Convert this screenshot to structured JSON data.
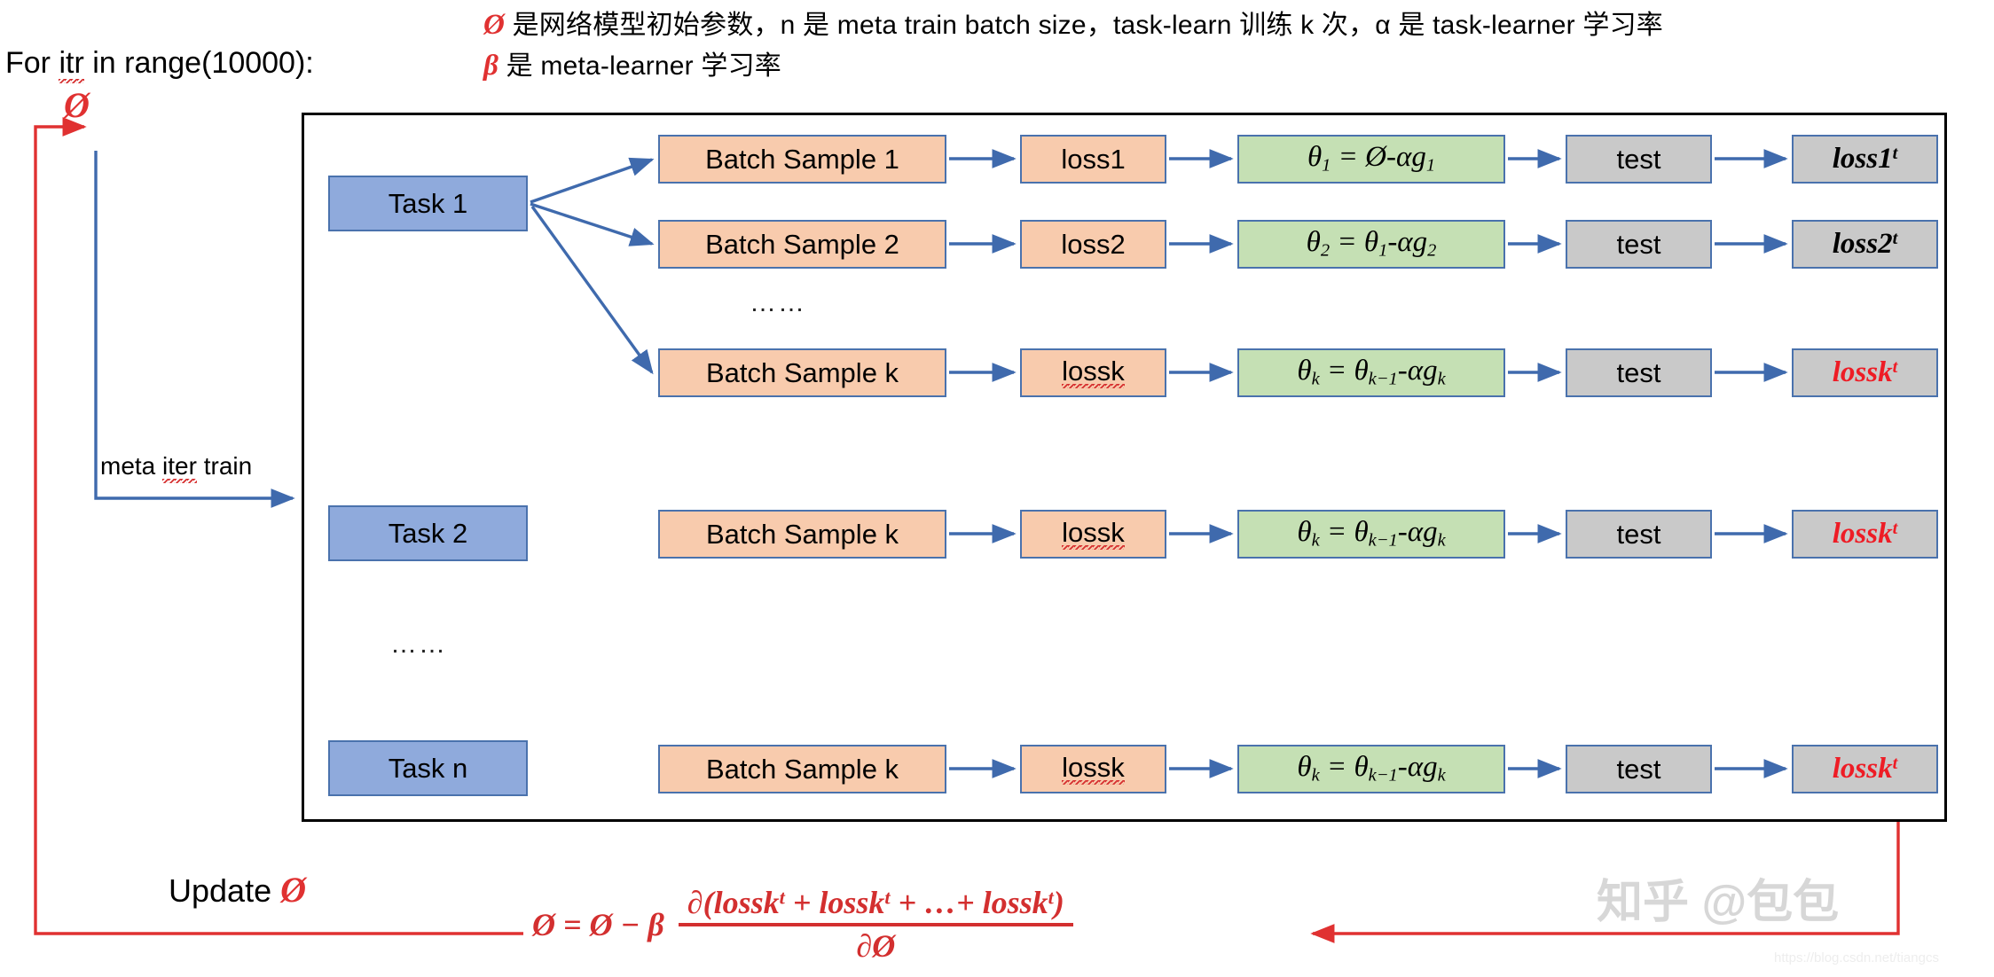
{
  "header": {
    "loop_text": "For itr in range(10000):",
    "loop_misspelled": "itr",
    "notes": [
      {
        "symbol": "Ø",
        "text": "是网络模型初始参数，n 是 meta train batch size，task-learn 训练 k 次，α 是 task-learner 学习率"
      },
      {
        "symbol": "β",
        "text": "是 meta-learner 学习率"
      }
    ]
  },
  "phi_start_label": "Ø",
  "meta_iter_label": "meta iter train",
  "meta_iter_misspelled": "iter",
  "rows": [
    {
      "task": "Task 1",
      "steps": [
        {
          "batch": "Batch Sample 1",
          "loss": "loss1",
          "theta_lhs": "θ",
          "theta_sub": "1",
          "theta_eq": "=",
          "theta_base": "Ø",
          "theta_base_sub": "",
          "theta_minus": "-α",
          "theta_g": "g",
          "theta_g_sub": "1",
          "test": "test",
          "testloss": "loss1",
          "testloss_sup": "t",
          "testloss_red": false
        },
        {
          "batch": "Batch Sample 2",
          "loss": "loss2",
          "theta_lhs": "θ",
          "theta_sub": "2",
          "theta_eq": "=",
          "theta_base": "θ",
          "theta_base_sub": "1",
          "theta_minus": "-α",
          "theta_g": "g",
          "theta_g_sub": "2",
          "test": "test",
          "testloss": "loss2",
          "testloss_sup": "t",
          "testloss_red": false
        },
        {
          "batch": "Batch Sample k",
          "loss": "lossk",
          "theta_lhs": "θ",
          "theta_sub": "k",
          "theta_eq": "=",
          "theta_base": "θ",
          "theta_base_sub": "k−1",
          "theta_minus": "-α",
          "theta_g": "g",
          "theta_g_sub": "k",
          "test": "test",
          "testloss": "lossk",
          "testloss_sup": "t",
          "testloss_red": true
        }
      ],
      "inner_ellipsis": "……"
    },
    {
      "task": "Task 2",
      "steps": [
        {
          "batch": "Batch Sample k",
          "loss": "lossk",
          "theta_lhs": "θ",
          "theta_sub": "k",
          "theta_eq": "=",
          "theta_base": "θ",
          "theta_base_sub": "k−1",
          "theta_minus": "-α",
          "theta_g": "g",
          "theta_g_sub": "k",
          "test": "test",
          "testloss": "lossk",
          "testloss_sup": "t",
          "testloss_red": true
        }
      ],
      "inner_ellipsis": ""
    },
    {
      "task": "Task n",
      "steps": [
        {
          "batch": "Batch Sample k",
          "loss": "lossk",
          "theta_lhs": "θ",
          "theta_sub": "k",
          "theta_eq": "=",
          "theta_base": "θ",
          "theta_base_sub": "k−1",
          "theta_minus": "-α",
          "theta_g": "g",
          "theta_g_sub": "k",
          "test": "test",
          "testloss": "lossk",
          "testloss_sup": "t",
          "testloss_red": true
        }
      ],
      "inner_ellipsis": ""
    }
  ],
  "tasks_ellipsis": "……",
  "update": {
    "label": "Update Ø",
    "formula": {
      "lhs": "Ø",
      "eq": "=",
      "phi": "Ø",
      "minus": "−",
      "beta": "β",
      "numerator_open": "∂(",
      "terms": [
        "lossk",
        "lossk",
        "lossk"
      ],
      "sup": "t",
      "plus": "+",
      "dots": "…+",
      "numerator_close": ")",
      "denominator_d": "∂",
      "denominator_phi": "Ø"
    }
  },
  "watermark": {
    "text": "知乎 @包包",
    "url": "https://blog.csdn.net/tiangcs"
  },
  "colors": {
    "task_blue": "#8faadc",
    "batch_orange": "#f8cbad",
    "theta_green": "#c5e0b4",
    "test_gray": "#c9c9c9",
    "border_blue": "#4a72ad",
    "accent_red": "#e03131",
    "formula_red": "#d32f2f"
  }
}
